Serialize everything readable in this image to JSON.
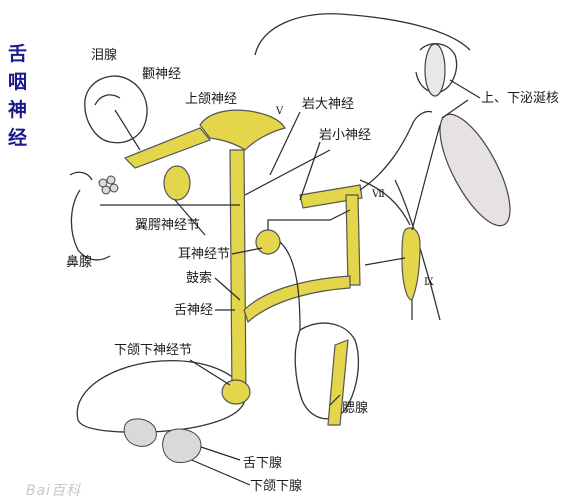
{
  "title": "舌咽神经",
  "labels": {
    "lacrimal_gland": "泪腺",
    "zygomatic_nerve": "颧神经",
    "maxillary_nerve": "上颌神经",
    "v": "V",
    "greater_petrosal": "岩大神经",
    "lesser_petrosal": "岩小神经",
    "salivatory_nuclei": "上、下泌涎核",
    "vii": "Ⅶ",
    "pterygopalatine_ganglion": "翼腭神经节",
    "nasal_glands": "鼻腺",
    "otic_ganglion": "耳神经节",
    "chorda_tympani": "鼓索",
    "ix": "Ⅸ",
    "lingual_nerve": "舌神经",
    "submandibular_ganglion": "下颌下神经节",
    "parotid_gland": "腮腺",
    "sublingual_gland": "舌下腺",
    "submandibular_gland": "下颌下腺"
  },
  "watermark": "Bai百科",
  "colors": {
    "nerve": "#e3d64a",
    "line": "#333333",
    "title": "#1a1a8c"
  }
}
